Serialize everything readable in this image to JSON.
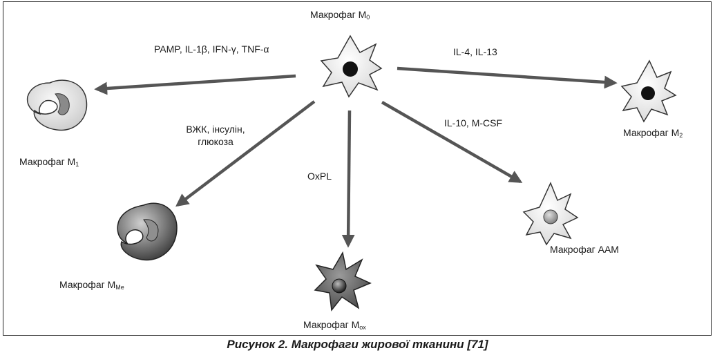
{
  "nodes": {
    "m0": {
      "label": "Макрофаг M",
      "sub": "0"
    },
    "m1": {
      "label": "Макрофаг M",
      "sub": "1"
    },
    "m2": {
      "label": "Макрофаг M",
      "sub": "2"
    },
    "mme": {
      "label": "Макрофаг M",
      "sub": "Me"
    },
    "mox": {
      "label": "Макрофаг M",
      "sub": "ox"
    },
    "aam": {
      "label": "Макрофаг AAM"
    }
  },
  "edges": {
    "to_m1": "PAMP, IL-1β, IFN-γ, TNF-α",
    "to_m2": "IL-4, IL-13",
    "to_mme_line1": "ВЖК, інсулін,",
    "to_mme_line2": "глюкоза",
    "to_mox": "OxPL",
    "to_aam": "IL-10, M-CSF"
  },
  "caption": "Рисунок 2. Макрофаги жирової тканини [71]"
}
